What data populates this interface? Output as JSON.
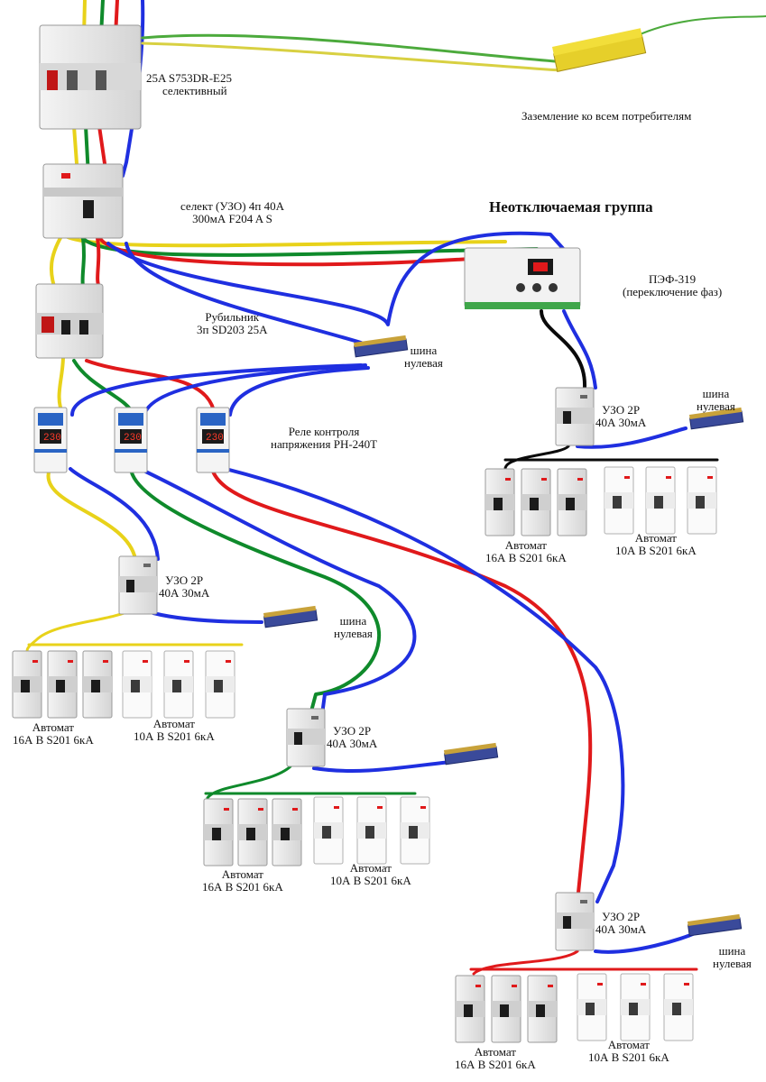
{
  "title": "Неотключаемая группа",
  "labels": {
    "main_breaker": {
      "l1": "25A S753DR-E25",
      "l2": "селективный"
    },
    "ground": "Заземление ко всем потребителям",
    "rcd_selective": {
      "l1": "селект (УЗО) 4п 40А",
      "l2": "300мА F204 A S"
    },
    "pef": {
      "l1": "ПЭФ-319",
      "l2": "(переключение фаз)"
    },
    "switch": {
      "l1": "Рубильник",
      "l2": "3п SD203 25А"
    },
    "neutral_bus_main": {
      "l1": "шина",
      "l2": "нулевая"
    },
    "relay": {
      "l1": "Реле контроля",
      "l2": "напряжения РН-240Т"
    },
    "rcd_unswitched": {
      "l1": "УЗО 2Р",
      "l2": "40А 30мА"
    },
    "bus_unswitched": {
      "l1": "шина",
      "l2": "нулевая"
    },
    "auto16_unswitched": {
      "l1": "Автомат",
      "l2": "16А В S201 6кА"
    },
    "auto10_unswitched": {
      "l1": "Автомат",
      "l2": "10А В S201 6кА"
    },
    "rcd_yellow": {
      "l1": "УЗО 2Р",
      "l2": "40А 30мА"
    },
    "bus_yellow": {
      "l1": "шина",
      "l2": "нулевая"
    },
    "auto16_yellow": {
      "l1": "Автомат",
      "l2": "16А В S201 6кА"
    },
    "auto10_yellow": {
      "l1": "Автомат",
      "l2": "10А В S201 6кА"
    },
    "rcd_green": {
      "l1": "УЗО 2Р",
      "l2": "40А 30мА"
    },
    "auto16_green": {
      "l1": "Автомат",
      "l2": "16А В S201 6кА"
    },
    "auto10_green": {
      "l1": "Автомат",
      "l2": "10А В S201 6кА"
    },
    "rcd_red": {
      "l1": "УЗО 2Р",
      "l2": "40А 30мА"
    },
    "bus_red": {
      "l1": "шина",
      "l2": "нулевая"
    },
    "auto16_red": {
      "l1": "Автомат",
      "l2": "16А В S201 6кА"
    },
    "auto10_red": {
      "l1": "Автомат",
      "l2": "10А В S201 6кА"
    }
  },
  "relay_display": "230",
  "colors": {
    "phase_a": "#e8d21a",
    "phase_b": "#0f8a2b",
    "phase_c": "#e0191b",
    "neutral": "#1f2fe0",
    "pef_out": "#0a0a0a",
    "bus": "#3a4a9a",
    "terminal": "#c8a23a"
  }
}
